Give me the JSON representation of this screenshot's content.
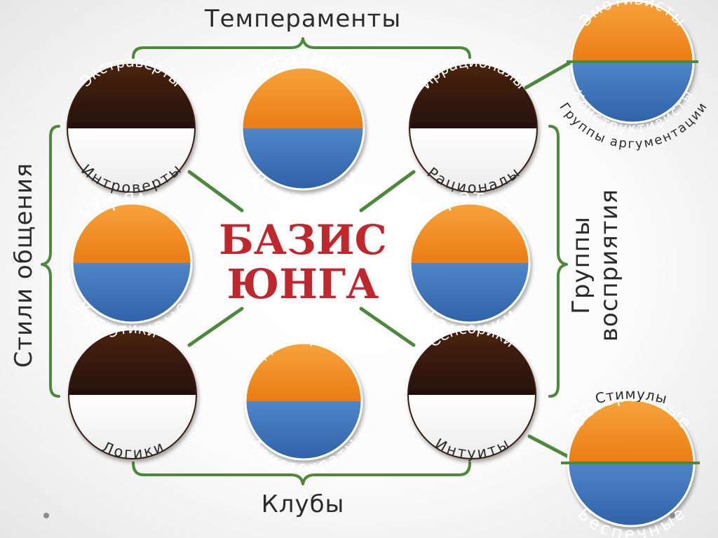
{
  "center": {
    "line1": "БАЗИС",
    "line2": "ЮНГА"
  },
  "groups": {
    "temperaments": "Темпераменты",
    "communication": "Стили общения",
    "perception_1": "Группы",
    "perception_2": "восприятия",
    "clubs": "Клубы",
    "arguments": "Группы аргументации",
    "stimuli": "Стимулы"
  },
  "circles": {
    "extraverts": "Экстраверты",
    "introverts": "Интроверты",
    "statics": "Статики",
    "dynamics": "Динамики",
    "irrationals": "Иррационалы",
    "rationals": "Рационалы",
    "obstinate": "Упрямые",
    "compliant": "Уступчивые",
    "strategists": "Стратеги",
    "tacticians": "Тактики",
    "ethics": "Этики",
    "logics": "Логики",
    "democrats": "Демократы",
    "aristocrats": "Аристократы",
    "sensorics": "Сенсорики",
    "intuitives": "Интуиты",
    "emotivists": "Эмотивисты",
    "constructivists": "Конструктивисты",
    "cautious": "Осторожные",
    "carefree": "Беспечные"
  },
  "colors": {
    "dark_brown": "#3a1a0e",
    "white_half": "#ffffff",
    "orange": "#f08a1e",
    "blue": "#3f75b8",
    "green_line": "#4b8a3a",
    "title_red": "#c0272d",
    "text_dark": "#2b2b2b"
  }
}
